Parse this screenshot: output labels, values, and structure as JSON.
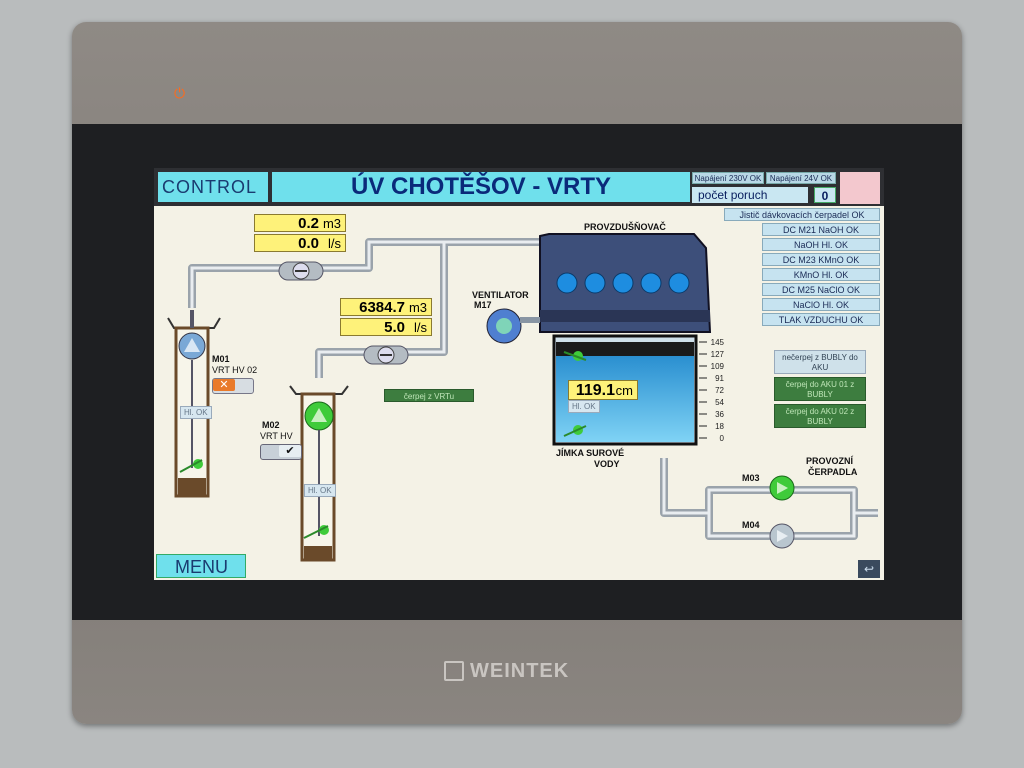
{
  "device": {
    "brand": "WEINTEK",
    "power_icon": "power-icon"
  },
  "header": {
    "logo": "CONTROL",
    "title": "ÚV CHOTĚŠOV - VRTY",
    "supply_230": "Napájení 230V OK",
    "supply_24": "Napájení 24V OK",
    "fault_label": "počet poruch",
    "fault_count": "0"
  },
  "status_list": [
    "Jistič dávkovacích čerpadel OK",
    "DC M21 NaOH OK",
    "NaOH Hl. OK",
    "DC M23 KMnO OK",
    "KMnO Hl. OK",
    "DC M25 NaClO OK",
    "NaClO Hl. OK",
    "TLAK VZDUCHU OK"
  ],
  "meter1": {
    "volume": "0.2",
    "volume_unit": "m3",
    "flow": "0.0",
    "flow_unit": "l/s"
  },
  "meter2": {
    "volume": "6384.7",
    "volume_unit": "m3",
    "flow": "5.0",
    "flow_unit": "l/s"
  },
  "well1": {
    "motor": "M01",
    "name": "VRT HV 02",
    "hl": "Hl. OK"
  },
  "well2": {
    "motor": "M02",
    "name": "VRT HV",
    "hl": "Hl. OK"
  },
  "pump_btn": "čerpej z VRTu",
  "aerator": {
    "label": "PROVZDUŠŇOVAČ"
  },
  "fan": {
    "label": "VENTILATOR",
    "motor": "M17"
  },
  "tank": {
    "level": "119.1",
    "level_unit": "cm",
    "hl": "Hl. OK",
    "label_line1": "JÍMKA SUROVÉ",
    "label_line2": "VODY",
    "scale": [
      "145",
      "127",
      "109",
      "91",
      "72",
      "54",
      "36",
      "18",
      "0"
    ]
  },
  "mode_buttons": {
    "no_pump": "nečerpej z BUBLY do AKU",
    "pump1": "čerpej do AKU 01 z BUBLY",
    "pump2": "čerpej do AKU 02 z BUBLY"
  },
  "pumps": {
    "m03": "M03",
    "m04": "M04",
    "label_line1": "PROVOZNÍ",
    "label_line2": "ČERPADLA"
  },
  "menu": "MENU",
  "colors": {
    "accent": "#6fe0ec",
    "value": "#fef27a",
    "ok_green": "#3fcb3a",
    "tank_water": "#2a8fd0"
  }
}
